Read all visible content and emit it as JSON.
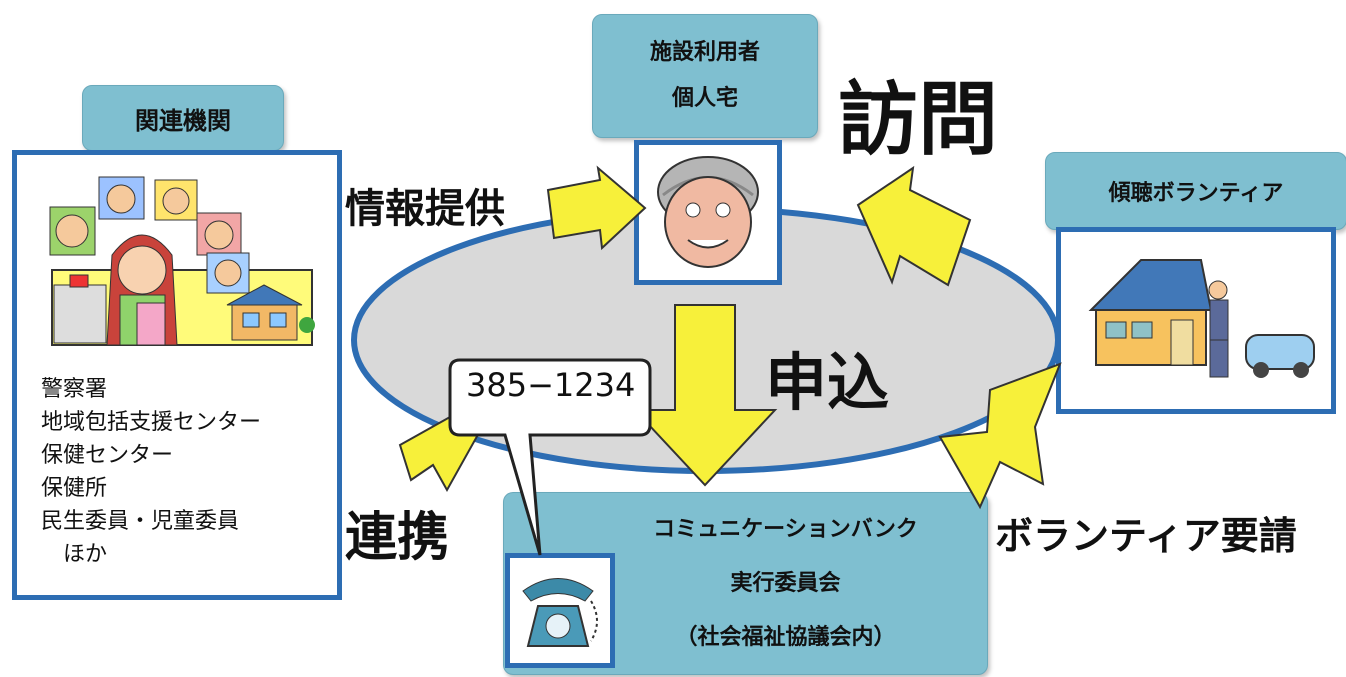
{
  "related_orgs": {
    "title": "関連機関",
    "items": [
      "警察署",
      "地域包括支援センター",
      "保健センター",
      "保健所",
      "民生委員・児童委員",
      "　ほか"
    ]
  },
  "facility_user": {
    "line1": "施設利用者",
    "line2": "個人宅"
  },
  "volunteer": {
    "title": "傾聴ボランティア"
  },
  "bank": {
    "line1": "コミュニケーションバンク",
    "line2": "実行委員会",
    "line3": "（社会福祉協議会内）"
  },
  "labels": {
    "visit": "訪問",
    "info": "情報提供",
    "apply": "申込",
    "cooperate": "連携",
    "volunteer_request": "ボランティア要請",
    "phone_number": "385−1234"
  },
  "colors": {
    "tab": "#7fbfd0",
    "frame": "#2d6db3",
    "arrow": "#f7f03a",
    "oval": "#d9d9d9"
  },
  "icons": [
    "doctor-group-icon",
    "elderly-woman-icon",
    "house-volunteer-icon",
    "telephone-icon"
  ]
}
